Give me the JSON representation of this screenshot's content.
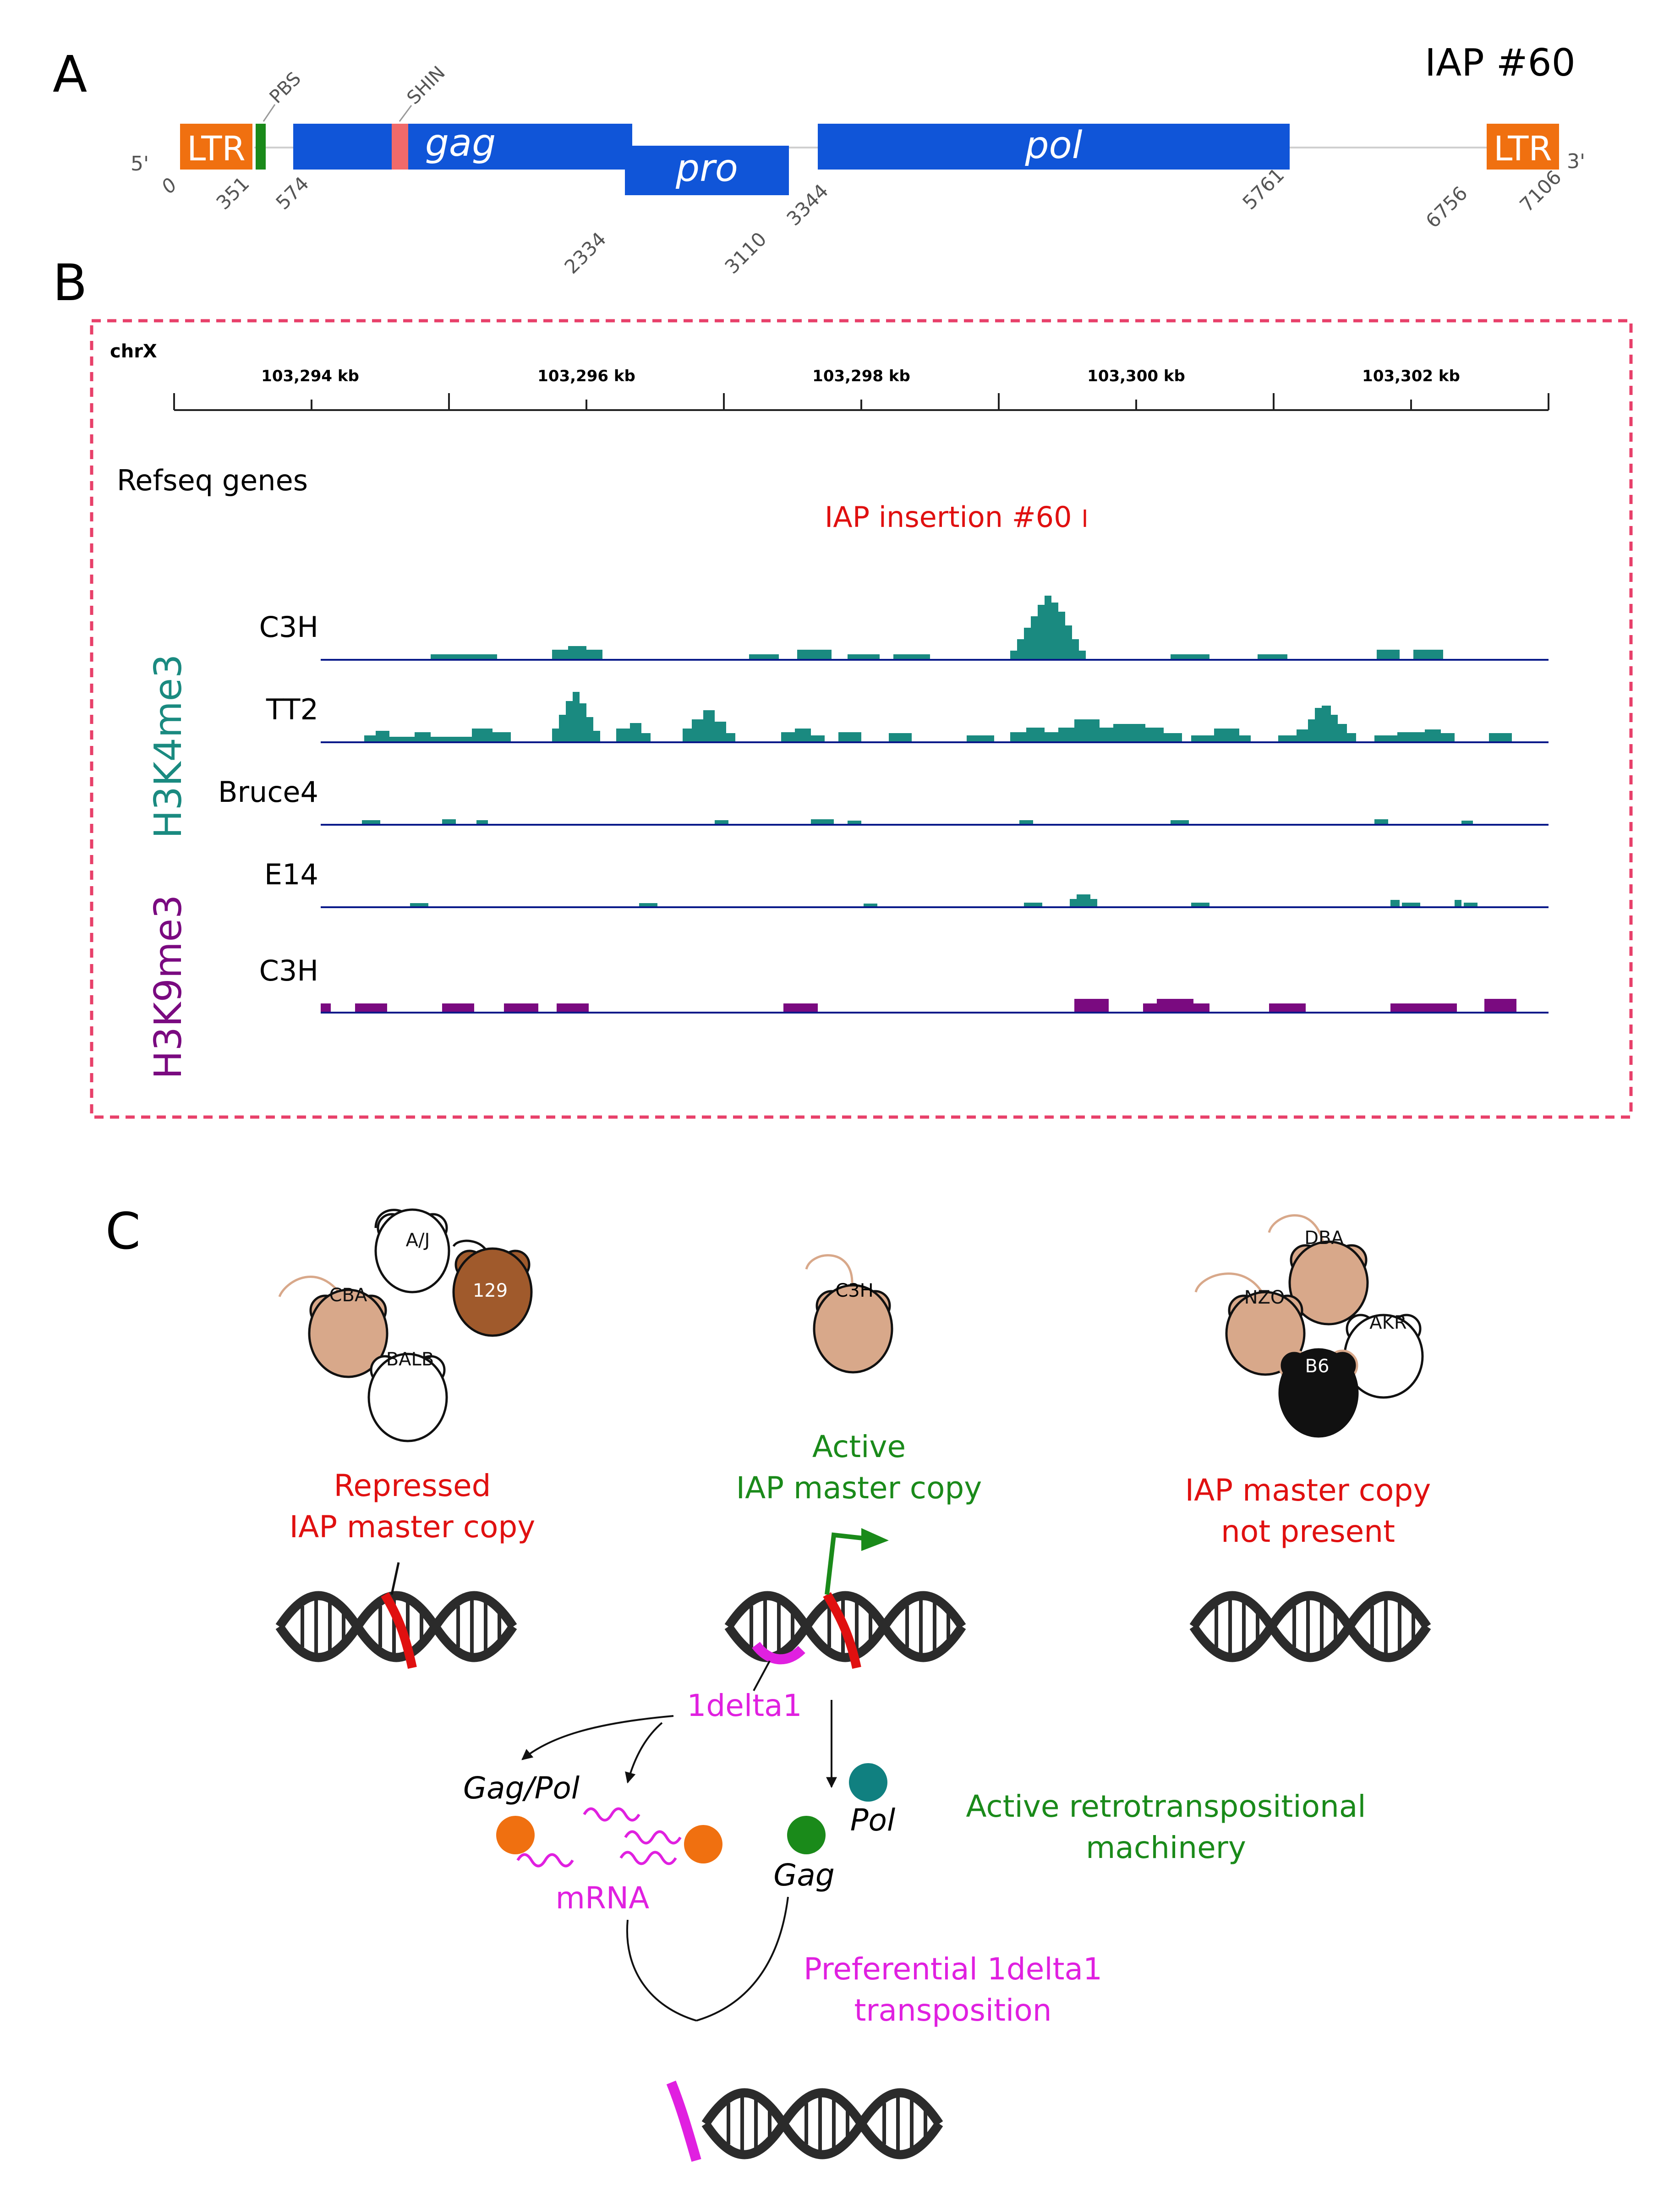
{
  "panels": {
    "a": {
      "label": "A",
      "title": "IAP #60",
      "end5": "5'",
      "end3": "3'",
      "ltr_label": "LTR",
      "pbs_label": "PBS",
      "shin_label": "SHIN",
      "gag_label": "gag",
      "pro_label": "pro",
      "pol_label": "pol",
      "coords": [
        "0",
        "351",
        "574",
        "2334",
        "3110",
        "3344",
        "5761",
        "6756",
        "7106"
      ],
      "colors": {
        "ltr": "#f07010",
        "pbs": "#1a8a1a",
        "shin": "#f06a6a",
        "orf": "#1055d8"
      }
    },
    "b": {
      "label": "B",
      "chrom": "chrX",
      "ticks": [
        "103,294 kb",
        "103,296 kb",
        "103,298 kb",
        "103,300 kb",
        "103,302 kb"
      ],
      "refseq_label": "Refseq genes",
      "iap_label": "IAP insertion #60",
      "h3k4_label": "H3K4me3",
      "h3k9_label": "H3K9me3",
      "track_names": [
        "C3H",
        "TT2",
        "Bruce4",
        "E14",
        "C3H"
      ],
      "colors": {
        "h3k4": "#1a8a80",
        "h3k9": "#7a0a80",
        "box": "#e8406a",
        "iap": "#e01010"
      }
    },
    "c": {
      "label": "C",
      "mice_left": [
        "A/J",
        "CBA",
        "129",
        "BALB"
      ],
      "mice_mid": [
        "C3H"
      ],
      "mice_right": [
        "DBA",
        "NZO",
        "AKR",
        "B6"
      ],
      "left_caption": [
        "Repressed",
        "IAP master copy"
      ],
      "mid_caption": [
        "Active",
        "IAP master copy"
      ],
      "right_caption": [
        "IAP master copy",
        "not present"
      ],
      "one_delta": "1delta1",
      "gagpol_label": "Gag/Pol",
      "mrna_label": "mRNA",
      "gag_label": "Gag",
      "pol_label": "Pol",
      "machinery": [
        "Active retrotranspositional",
        "machinery"
      ],
      "preferential": [
        "Preferential 1delta1",
        "transposition"
      ],
      "colors": {
        "red": "#e01010",
        "green": "#1a8a1a",
        "magenta": "#e020e0",
        "orange": "#f07010",
        "teal": "#108080"
      }
    }
  }
}
